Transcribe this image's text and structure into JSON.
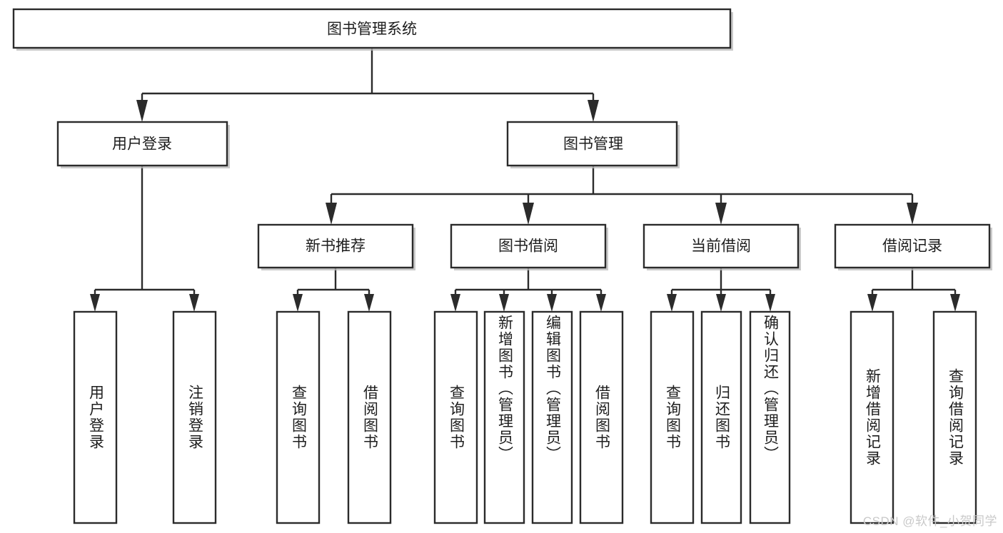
{
  "diagram": {
    "type": "tree-hierarchy",
    "title": "图书管理系统",
    "orientation": "top-down",
    "root": {
      "id": "root",
      "label": "图书管理系统"
    },
    "level2": [
      {
        "id": "user-login",
        "label": "用户登录"
      },
      {
        "id": "book-manage",
        "label": "图书管理"
      }
    ],
    "level3": [
      {
        "id": "new-book-recommend",
        "label": "新书推荐",
        "parent": "book-manage"
      },
      {
        "id": "book-borrow",
        "label": "图书借阅",
        "parent": "book-manage"
      },
      {
        "id": "current-borrow",
        "label": "当前借阅",
        "parent": "book-manage"
      },
      {
        "id": "borrow-record",
        "label": "借阅记录",
        "parent": "book-manage"
      }
    ],
    "leaves": [
      {
        "id": "leaf-user-login",
        "label": "用户登录",
        "parent": "user-login"
      },
      {
        "id": "leaf-user-logout",
        "label": "注销登录",
        "parent": "user-login"
      },
      {
        "id": "leaf-query-book-1",
        "label": "查询图书",
        "parent": "new-book-recommend"
      },
      {
        "id": "leaf-borrow-book-1",
        "label": "借阅图书",
        "parent": "new-book-recommend"
      },
      {
        "id": "leaf-query-book-2",
        "label": "查询图书",
        "parent": "book-borrow"
      },
      {
        "id": "leaf-add-book",
        "label": "新增图书（管理员）",
        "parent": "book-borrow"
      },
      {
        "id": "leaf-edit-book",
        "label": "编辑图书（管理员）",
        "parent": "book-borrow"
      },
      {
        "id": "leaf-borrow-book-2",
        "label": "借阅图书",
        "parent": "book-borrow"
      },
      {
        "id": "leaf-query-book-3",
        "label": "查询图书",
        "parent": "current-borrow"
      },
      {
        "id": "leaf-return-book",
        "label": "归还图书",
        "parent": "current-borrow"
      },
      {
        "id": "leaf-confirm-return",
        "label": "确认归还（管理员）",
        "parent": "current-borrow"
      },
      {
        "id": "leaf-add-record",
        "label": "新增借阅记录",
        "parent": "borrow-record"
      },
      {
        "id": "leaf-query-record",
        "label": "查询借阅记录",
        "parent": "borrow-record"
      }
    ],
    "colors": {
      "box_fill": "#ffffff",
      "box_stroke": "#2b2b2b",
      "connector": "#2b2b2b",
      "text": "#1d1d1d",
      "background": "#ffffff",
      "watermark": "#c9c9c9"
    }
  },
  "watermark": {
    "text": "CSDN @软件_小贺同学"
  }
}
